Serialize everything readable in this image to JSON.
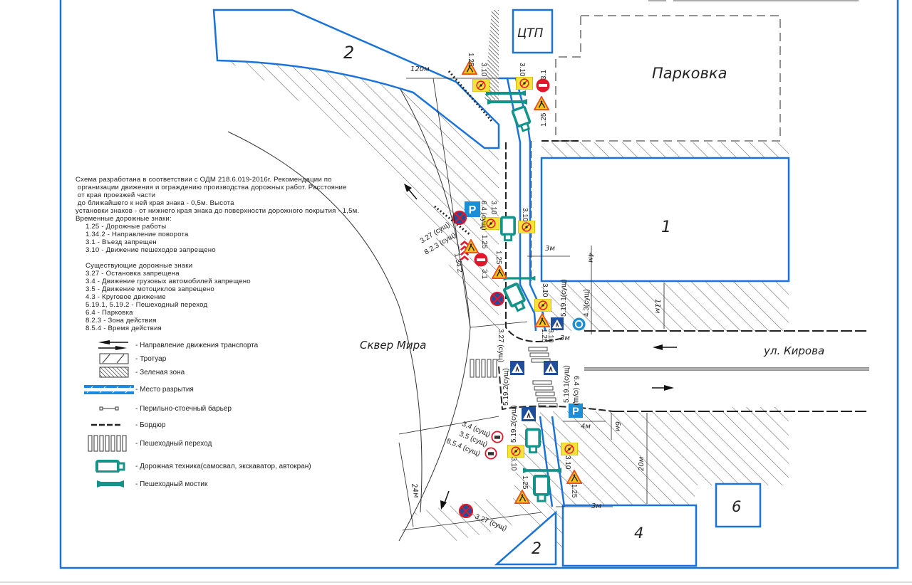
{
  "colors": {
    "outline": "#1a73d9",
    "equipment": "#14938a",
    "sign_yellow": "#f7e23a",
    "sign_red": "#e3172b",
    "sign_blue": "#1f4e9c",
    "parking_blue": "#1b8fd6"
  },
  "regions": {
    "block_2_top": "2",
    "ctp": "ЦТП",
    "parking": "Парковка",
    "block_1": "1",
    "square": "Сквер Мира",
    "street": "ул. Кирова",
    "block_4": "4",
    "block_6": "6",
    "block_2_bottom": "2"
  },
  "dimensions": {
    "d120": "120м",
    "d3a": "3м",
    "d4a": "4м",
    "d11": "11м",
    "d3b": "3м",
    "d4b": "4м",
    "d6": "6м",
    "d20": "20м",
    "d24": "24м",
    "d3c": "3м"
  },
  "sign_labels": {
    "s1": "1.25",
    "s2": "3.10",
    "s3": "3.10",
    "s4": "3.1",
    "s5": "1.25",
    "s6": "6.4 (сущ)",
    "s7": "3.10",
    "s8": "3.10",
    "s9": "1.25",
    "s10": "1.25",
    "s11": "3.1",
    "s12": "1.34.2",
    "s13": "3.27 (сущ)",
    "s14": "8.2.3 (сущ)",
    "s15": "3.10",
    "s16": "5.19.1(сущ)",
    "s17": "4.3(сущ)",
    "s18": "3.27 (сущ)",
    "s19": "1.25",
    "s20": "3.10",
    "s21": "5.19.2(сущ)",
    "s22": "5.19.1(сущ)",
    "s23": "6.4 (сущ)",
    "s24": "5.19.2(сущ)",
    "s25": "3.4 (сущ)",
    "s26": "3.5 (сущ)",
    "s27": "8.5.4 (сущ)",
    "s28": "3.10",
    "s29": "3.10",
    "s30": "1.25",
    "s31": "1.25",
    "s32": "3.27 (сущ)"
  },
  "notes": {
    "lines": [
      "Схема разработана в соответствии с ОДМ 218.6.019-2016г. Рекомендации по",
      " организации движения и ограждению производства дорожных работ. Расстояние",
      " от края проезжей части",
      " до ближайшего к ней края знака - 0,5м. Высота",
      "установки знаков - от нижнего края знака до поверхности дорожного покрытия - 1,5м.",
      "Временные дорожные знаки:"
    ],
    "temporary_signs": [
      "1.25 - Дорожные работы",
      "1.34.2 - Направление поворота",
      "3.1 - Въезд запрещен",
      "3.10 - Движение пешеходов запрещено"
    ],
    "existing_title": "Существующие дорожные знаки",
    "existing_signs": [
      "3.27 - Остановка запрещена",
      "3.4 - Движение грузовых автомобилей запрещено",
      "3.5 - Движение мотоциклов запрещено",
      "4.3 - Круговое движение",
      "5.19.1, 5.19.2 - Пешеходный переход",
      "6.4 - Парковка",
      "8.2.3 - Зона действия",
      "8.5.4 - Время действия"
    ]
  },
  "legend": [
    {
      "icon": "traffic-direction-icon",
      "label": "- Направление движения транспорта"
    },
    {
      "icon": "sidewalk-icon",
      "label": "- Тротуар"
    },
    {
      "icon": "green-zone-icon",
      "label": "- Зеленая зона"
    },
    {
      "icon": "excavation-icon",
      "label": "- Место разрытия"
    },
    {
      "icon": "barrier-icon",
      "label": "- Перильно-стоечный барьер"
    },
    {
      "icon": "curb-icon",
      "label": "- Бордюр"
    },
    {
      "icon": "crosswalk-icon",
      "label": "- Пешеходный переход"
    },
    {
      "icon": "road-machinery-icon",
      "label": "- Дорожная техника(самосвал, экскаватор, автокран)"
    },
    {
      "icon": "pedestrian-bridge-icon",
      "label": "- Пешеходный мостик"
    }
  ]
}
